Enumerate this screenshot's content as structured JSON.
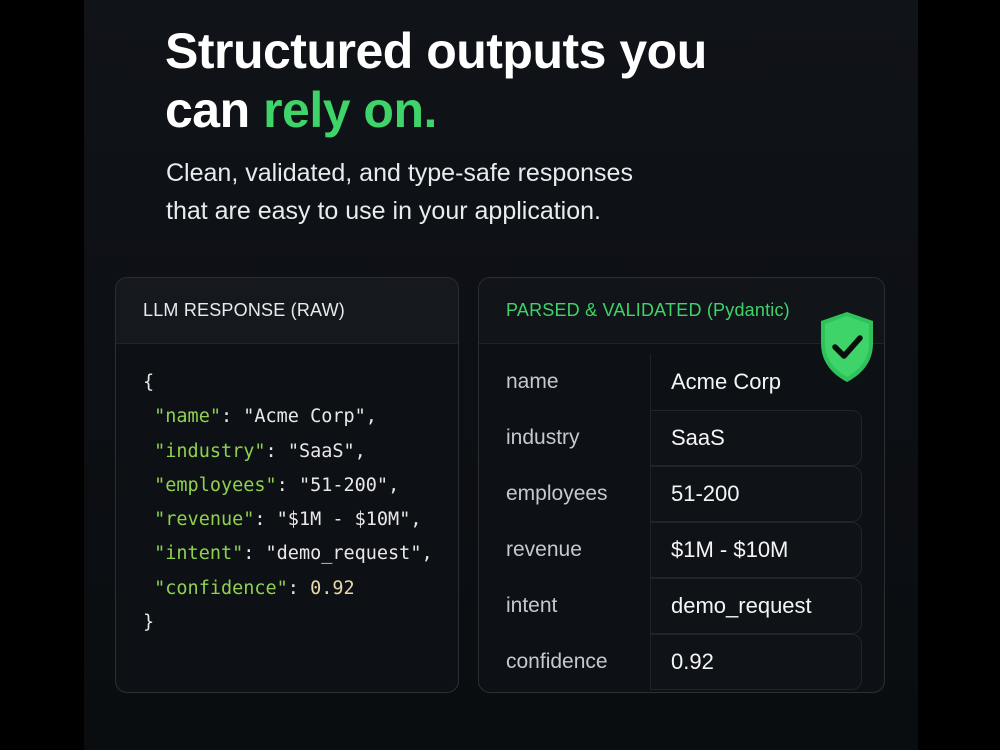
{
  "headline": {
    "line1": "Structured outputs you",
    "line2_plain": "can ",
    "line2_accent": "rely on."
  },
  "subhead": {
    "line1": "Clean, validated, and type-safe responses",
    "line2": "that are easy to use in your application."
  },
  "raw_panel": {
    "title": "LLM RESPONSE (RAW)",
    "open_brace": "{",
    "close_brace": "}",
    "lines": [
      {
        "key": "\"name\"",
        "value": "\"Acme Corp\"",
        "comma": ","
      },
      {
        "key": "\"industry\"",
        "value": "\"SaaS\"",
        "comma": ","
      },
      {
        "key": "\"employees\"",
        "value": "\"51-200\"",
        "comma": ","
      },
      {
        "key": "\"revenue\"",
        "value": "\"$1M - $10M\"",
        "comma": ","
      },
      {
        "key": "\"intent\"",
        "value": "\"demo_request\"",
        "comma": ","
      },
      {
        "key": "\"confidence\"",
        "value": "0.92",
        "comma": ""
      }
    ]
  },
  "parsed_panel": {
    "title": "PARSED & VALIDATED (Pydantic)",
    "badge_icon": "shield-check-icon",
    "rows": [
      {
        "key": "name",
        "value": "Acme Corp"
      },
      {
        "key": "industry",
        "value": "SaaS"
      },
      {
        "key": "employees",
        "value": "51-200"
      },
      {
        "key": "revenue",
        "value": "$1M - $10M"
      },
      {
        "key": "intent",
        "value": "demo_request"
      },
      {
        "key": "confidence",
        "value": "0.92"
      }
    ]
  },
  "colors": {
    "accent": "#3ed46a",
    "code_key": "#8fd14f",
    "code_number": "#e8d9a8",
    "background": "#0c0f13"
  }
}
